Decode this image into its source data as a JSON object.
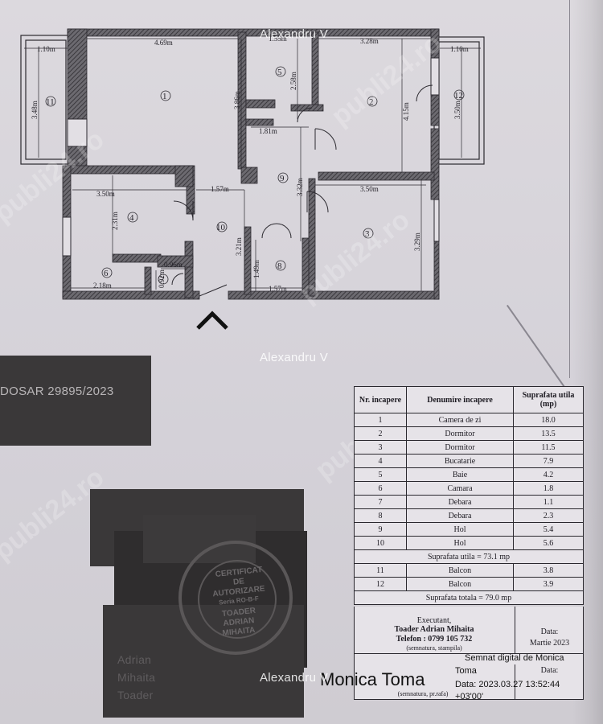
{
  "watermarks": {
    "name": "Alexandru V",
    "site": "publi24.ro"
  },
  "dosar": "DOSAR 29895/2023",
  "plan": {
    "dimensions": [
      "1.10m",
      "4.69m",
      "1.55m",
      "3.28m",
      "1.10m",
      "3.48m",
      "3.86m",
      "2.58m",
      "4.15m",
      "3.50m",
      "1.81m",
      "3.50m",
      "1.57m",
      "3.32m",
      "3.50m",
      "2.31m",
      "3.21m",
      "3.29m",
      "0.96m",
      "0.92m",
      "1.49m",
      "2.18m",
      "1.57m"
    ],
    "room_numbers": [
      "1",
      "2",
      "3",
      "4",
      "5",
      "6",
      "7",
      "8",
      "9",
      "10",
      "11",
      "12"
    ]
  },
  "stamp": {
    "lines": [
      "CERTIFICAT",
      "DE",
      "AUTORIZARE",
      "Seria RO-B-F",
      "TOADER",
      "ADRIAN",
      "MIHAITA"
    ]
  },
  "side_names": [
    "Adrian",
    "Mihaita",
    "Toader"
  ],
  "table": {
    "header": {
      "nr": "Nr. incapere",
      "name": "Denumire incapere",
      "area": "Suprafata utila (mp)"
    },
    "rows": [
      {
        "nr": "1",
        "name": "Camera de zi",
        "area": "18.0"
      },
      {
        "nr": "2",
        "name": "Dormitor",
        "area": "13.5"
      },
      {
        "nr": "3",
        "name": "Dormitor",
        "area": "11.5"
      },
      {
        "nr": "4",
        "name": "Bucatarie",
        "area": "7.9"
      },
      {
        "nr": "5",
        "name": "Baie",
        "area": "4.2"
      },
      {
        "nr": "6",
        "name": "Camara",
        "area": "1.8"
      },
      {
        "nr": "7",
        "name": "Debara",
        "area": "1.1"
      },
      {
        "nr": "8",
        "name": "Debara",
        "area": "2.3"
      },
      {
        "nr": "9",
        "name": "Hol",
        "area": "5.4"
      },
      {
        "nr": "10",
        "name": "Hol",
        "area": "5.6"
      }
    ],
    "useful_total": "Suprafata utila = 73.1 mp",
    "balconies": [
      {
        "nr": "11",
        "name": "Balcon",
        "area": "3.8"
      },
      {
        "nr": "12",
        "name": "Balcon",
        "area": "3.9"
      }
    ],
    "grand_total": "Suprafata totala = 79.0 mp"
  },
  "signature": {
    "executant_label": "Executant,",
    "executant_name": "Toader Adrian Mihaita",
    "phone": "Telefon : 0799 105 732",
    "executant_sign": "(semnatura, stampila)",
    "date_label": "Data:",
    "date_value": "Martie 2023",
    "owner_sign": "(semnatura, pr.rafa)",
    "owner_date_label": "Data:",
    "digital_title": "Semnat digital de Monica",
    "digital_name1": "Monica Toma",
    "digital_name2": "Toma",
    "digital_date": "Data: 2023.03.27 13:52:44",
    "digital_tz": "+03'00'"
  }
}
